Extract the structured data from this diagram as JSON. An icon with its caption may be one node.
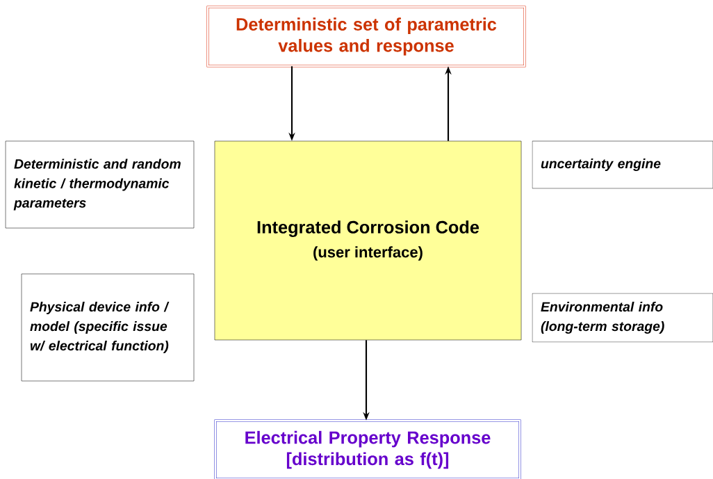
{
  "diagram": {
    "nodes": [
      {
        "text": [
          "Deterministic set of parametric values and response"
        ]
      },
      {
        "text": [
          "Integrated Corrosion Code",
          "(user interface)"
        ]
      },
      {
        "text": [
          "Deterministic and random kinetic / thermodynamic parameters"
        ]
      },
      {
        "text": [
          "Physical device info / model (specific issue w/ electrical function)"
        ]
      },
      {
        "text": [
          "uncertainty engine"
        ]
      },
      {
        "text": [
          "Environmental info (long-term storage)"
        ]
      },
      {
        "text": [
          "Electrical Property Response [distribution as f(t)]"
        ]
      }
    ],
    "edges": [
      {
        "from": 0,
        "to": 1,
        "arrow": "to"
      },
      {
        "from": 1,
        "to": 0,
        "arrow": "to"
      },
      {
        "from": 1,
        "to": 6,
        "arrow": "to"
      }
    ]
  }
}
